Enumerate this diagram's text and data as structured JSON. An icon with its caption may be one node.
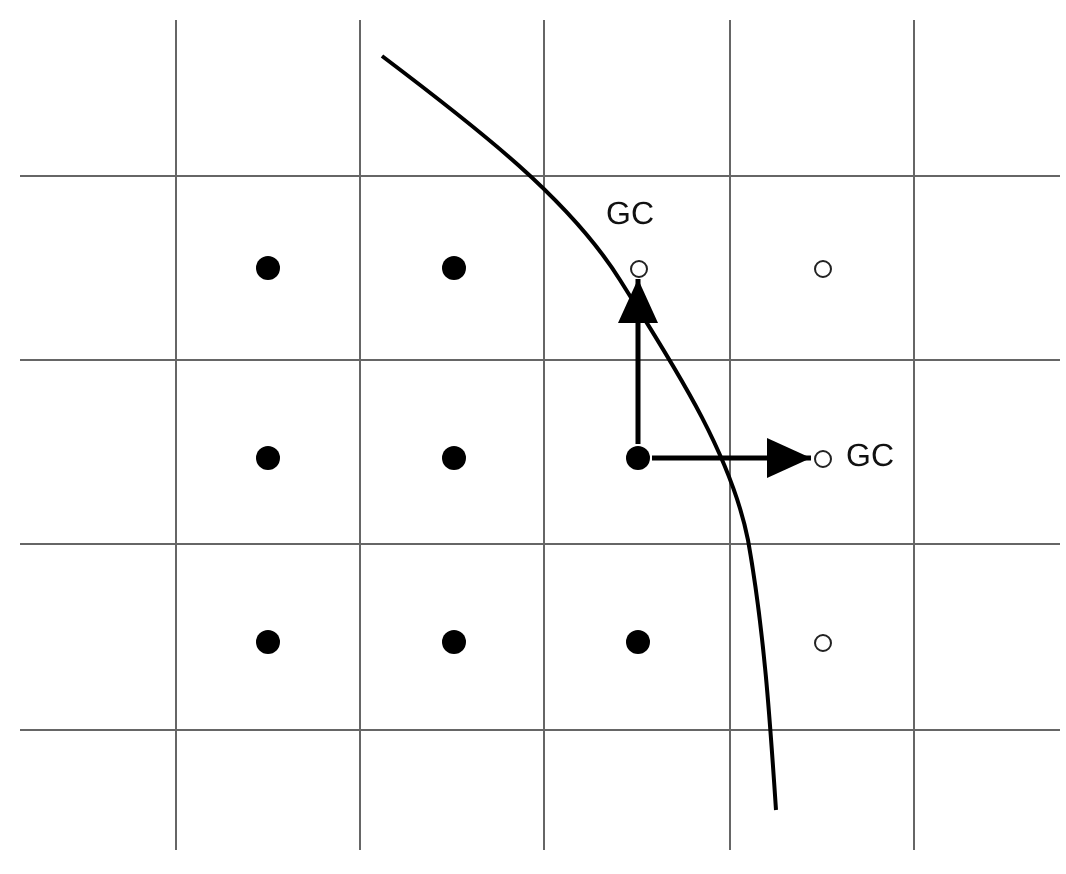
{
  "diagram": {
    "nodes": [
      {
        "text": [],
        "shape": "dot"
      },
      {
        "text": [],
        "shape": "dot"
      },
      {
        "text": [],
        "shape": "circle",
        "beside": [
          "GC"
        ]
      },
      {
        "text": [],
        "shape": "circle"
      },
      {
        "text": [],
        "shape": "dot"
      },
      {
        "text": [],
        "shape": "dot"
      },
      {
        "text": [],
        "shape": "dot"
      },
      {
        "text": [],
        "shape": "circle",
        "beside": [
          "GC"
        ]
      },
      {
        "text": [],
        "shape": "dot"
      },
      {
        "text": [],
        "shape": "dot"
      },
      {
        "text": [],
        "shape": "dot"
      },
      {
        "text": [],
        "shape": "circle"
      }
    ],
    "edges": [
      {
        "from": 6,
        "to": 2,
        "arrow": "to"
      },
      {
        "from": 6,
        "to": 7,
        "arrow": "to"
      }
    ]
  }
}
